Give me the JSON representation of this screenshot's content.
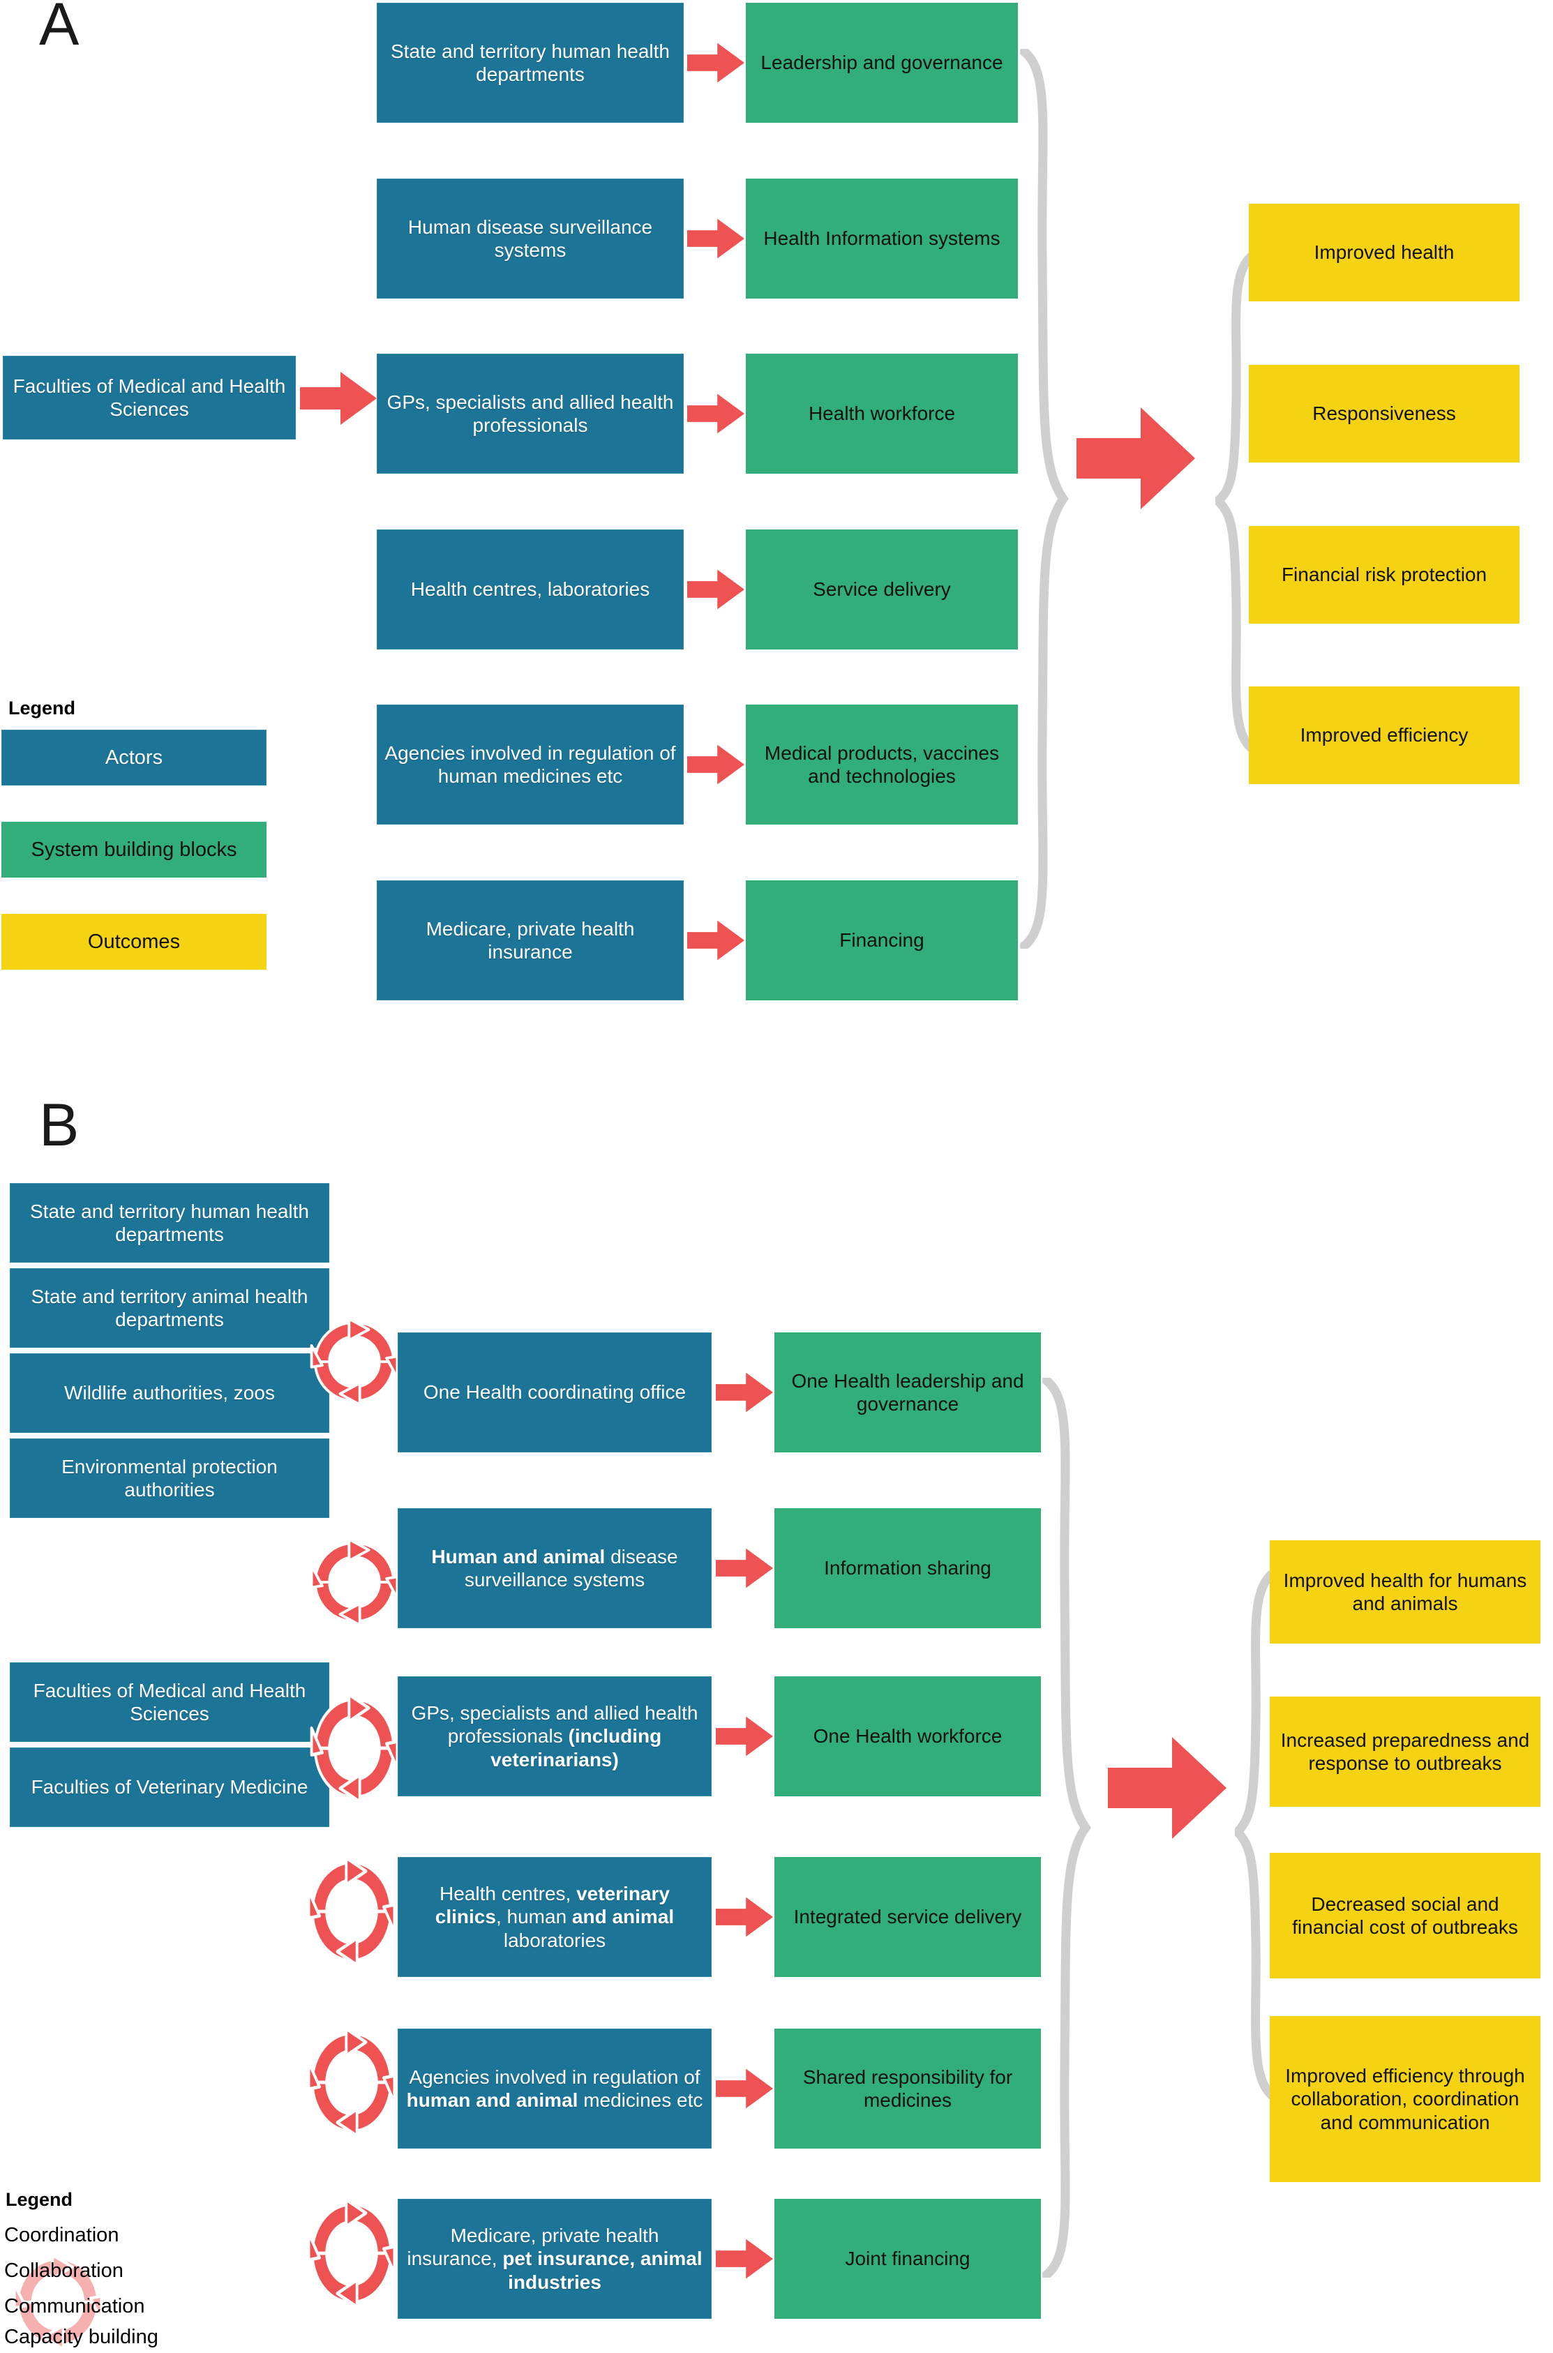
{
  "figure": {
    "panel_a_label": "A",
    "panel_b_label": "B"
  },
  "colors": {
    "actors_blue": "#1C7497",
    "building_blocks_green": "#31AE79",
    "outcomes_yellow": "#F5D313",
    "arrow_red": "#EE5252",
    "brace_grey": "#CFCFCF",
    "text_dark": "#111111",
    "text_light": "#FFFFFF"
  },
  "panel_a": {
    "label": "A",
    "actors_left": [
      {
        "text": "Faculties of Medical and Health Sciences"
      }
    ],
    "actors": [
      {
        "text": "State and territory human health departments"
      },
      {
        "text": "Human disease surveillance systems"
      },
      {
        "text": "GPs, specialists and allied health professionals"
      },
      {
        "text": "Health centres, laboratories"
      },
      {
        "text": "Agencies involved in regulation of human medicines etc"
      },
      {
        "text": "Medicare, private health insurance"
      }
    ],
    "building_blocks": [
      {
        "text": "Leadership and governance"
      },
      {
        "text": "Health Information systems"
      },
      {
        "text": "Health workforce"
      },
      {
        "text": "Service delivery"
      },
      {
        "text": "Medical products, vaccines and technologies"
      },
      {
        "text": "Financing"
      }
    ],
    "outcomes": [
      {
        "text": "Improved health"
      },
      {
        "text": "Responsiveness"
      },
      {
        "text": "Financial risk protection"
      },
      {
        "text": "Improved efficiency"
      }
    ],
    "legend": {
      "title": "Legend",
      "items": [
        {
          "label": "Actors",
          "color": "#1C7497",
          "text_color": "#FFFFFF"
        },
        {
          "label": "System building blocks",
          "color": "#31AE79",
          "text_color": "#111111"
        },
        {
          "label": "Outcomes",
          "color": "#F5D313",
          "text_color": "#111111"
        }
      ]
    }
  },
  "panel_b": {
    "label": "B",
    "actors_left": [
      {
        "text": "State and territory human health departments"
      },
      {
        "text": "State and territory animal health departments"
      },
      {
        "text": "Wildlife authorities, zoos"
      },
      {
        "text": "Environmental protection authorities"
      },
      {
        "text": "Faculties of Medical and Health Sciences"
      },
      {
        "text": "Faculties of Veterinary Medicine"
      }
    ],
    "actors": [
      {
        "html": "One Health coordinating office"
      },
      {
        "html": "<b>Human and animal</b> disease surveillance systems"
      },
      {
        "html": "GPs, specialists and allied health professionals <b>(including veterinarians)</b>"
      },
      {
        "html": "Health centres, <b>veterinary clinics</b>, human <b>and animal</b> laboratories"
      },
      {
        "html": "Agencies involved in regulation of <b>human and animal</b> medicines etc"
      },
      {
        "html": "Medicare, private health insurance, <b>pet insurance, animal industries</b>"
      }
    ],
    "building_blocks": [
      {
        "text": "One Health leadership and governance"
      },
      {
        "text": "Information sharing"
      },
      {
        "text": "One Health workforce"
      },
      {
        "text": "Integrated service delivery"
      },
      {
        "text": "Shared responsibility for medicines"
      },
      {
        "text": "Joint financing"
      }
    ],
    "outcomes": [
      {
        "text": "Improved health for humans and animals"
      },
      {
        "text": "Increased preparedness and response to outbreaks"
      },
      {
        "text": "Decreased social and financial cost of outbreaks"
      },
      {
        "text": "Improved efficiency through collaboration, coordination and communication"
      }
    ],
    "legend": {
      "title": "Legend",
      "lines": [
        "Coordination",
        "Collaboration",
        "Communication",
        "Capacity building"
      ],
      "icon": "cycle-arrows-icon"
    }
  }
}
